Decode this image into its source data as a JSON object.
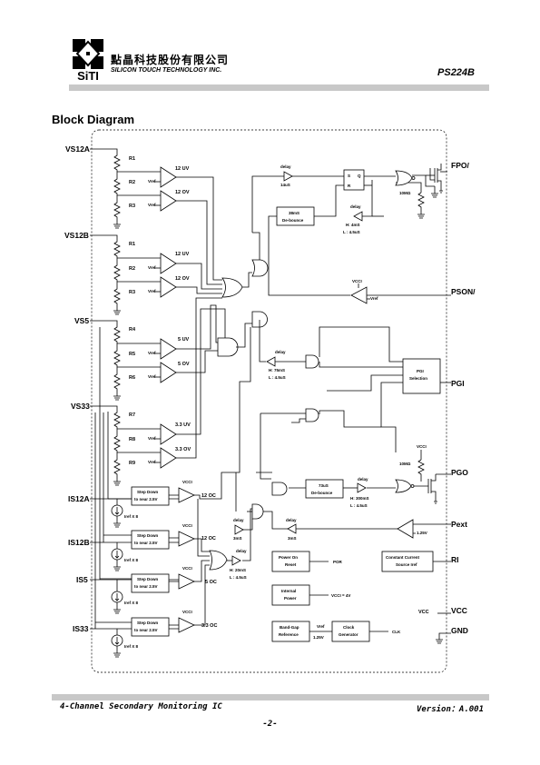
{
  "header": {
    "company_cn": "點晶科技股份有限公司",
    "company_en": "SILICON TOUCH TECHNOLOGY INC.",
    "logo_text": "SiTI",
    "part_number": "PS224B"
  },
  "section_title": "Block Diagram",
  "diagram": {
    "left_pins": {
      "vs12a": "VS12A",
      "vs12b": "VS12B",
      "vs5": "VS5",
      "vs33": "VS33",
      "is12a": "IS12A",
      "is12b": "IS12B",
      "is5": "IS5",
      "is33": "IS33"
    },
    "right_pins": {
      "fpo": "FPO/",
      "pson": "PSON/",
      "pgi": "PGI",
      "pgo": "PGO",
      "pext": "Pext",
      "ri": "RI",
      "vcc_inner": "VCC",
      "vcc": "VCC",
      "gnd": "GND"
    },
    "resistors": {
      "r1": "R1",
      "r2": "R2",
      "r3": "R3",
      "r4": "R4",
      "r5": "R5",
      "r6": "R6",
      "r7": "R7",
      "r8": "R8",
      "r9": "R9"
    },
    "comparator_labels": {
      "uv12a": "12 UV",
      "ov12a": "12 OV",
      "uv12b": "12 UV",
      "ov12b": "12 OV",
      "uv5": "5 UV",
      "ov5": "5 OV",
      "uv33": "3.3 UV",
      "ov33": "3.3 OV",
      "oc12a": "12 OC",
      "oc12b": "12 OC",
      "oc5": "5 OC",
      "oc33": "3.3 OC"
    },
    "vref": "Vref",
    "vcci": "VCCI",
    "step_down": {
      "line1": "Step Down",
      "line2": "to near 2.5V"
    },
    "iref_x8": "Iref X 8",
    "delay_word": "delay",
    "delay_14us": "14uS",
    "debounce_38": {
      "line1": "38mS",
      "line2": "De-bounce"
    },
    "delay_h4": "H: 4mS",
    "delay_l45a": "L : 4.5uS",
    "delay_h75": "H: 75mS",
    "delay_l45b": "L : 4.5uS",
    "debounce_73": {
      "line1": "73uS",
      "line2": "De-bounce"
    },
    "delay_h300": "H: 300mS",
    "delay_l45c": "L : 4.5uS",
    "delay_h20": "H: 20mS",
    "delay_l45d": "L : 4.5uS",
    "delay_3ms_a": "3mS",
    "delay_3ms_b": "3mS",
    "sr_latch": {
      "s": "S",
      "q": "Q",
      "r": "R"
    },
    "res_10m_a": "10MΩ",
    "res_10m_b": "10MΩ",
    "pgi_selection": {
      "line1": "PGI",
      "line2": "Selection"
    },
    "v125_a": "1.25V",
    "v125_b": "1.25V",
    "power_on_reset": {
      "line1": "Power On",
      "line2": "Reset"
    },
    "por": "POR",
    "constant_current": {
      "line1": "Constant Current",
      "line2": "Source Iref"
    },
    "internal_power": {
      "line1": "Internal",
      "line2": "Power"
    },
    "vcci_4v": "VCCI = 4V",
    "bandgap": {
      "line1": "Band-Gap",
      "line2": "Reference"
    },
    "clock_gen": {
      "line1": "Clock",
      "line2": "Generator"
    },
    "clk": "CLK"
  },
  "footer": {
    "left": "4-Channel Secondary Monitoring IC",
    "right": "Version：A.001",
    "page": "-2-"
  }
}
